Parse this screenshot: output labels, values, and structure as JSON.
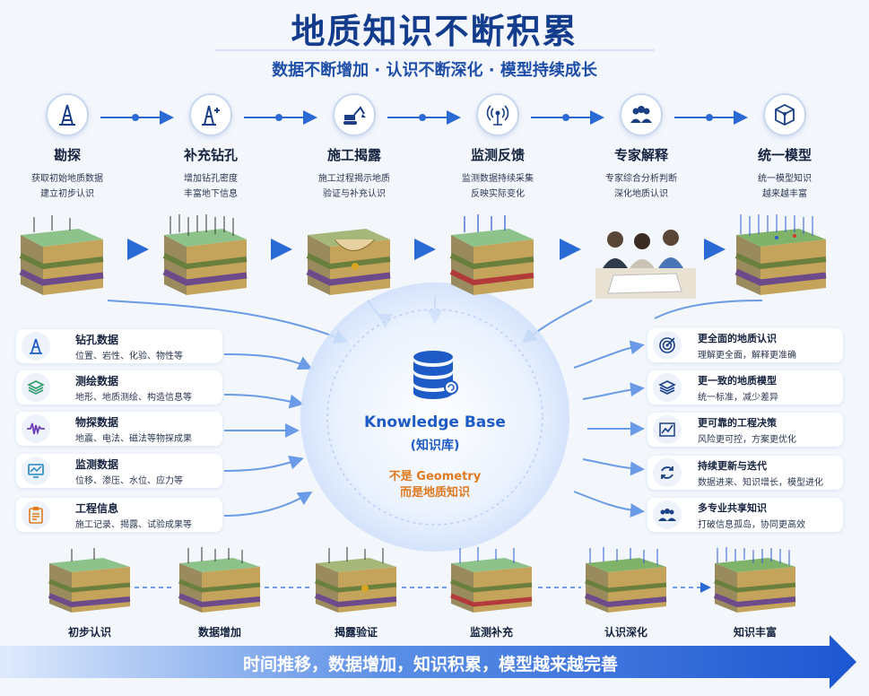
{
  "title": "地质知识不断积累",
  "subtitle": "数据不断增加 · 认识不断深化 · 模型持续成长",
  "steps": [
    {
      "name": "勘探",
      "desc1": "获取初始地质数据",
      "desc2": "建立初步认识",
      "icon": "drill-rig-icon"
    },
    {
      "name": "补充钻孔",
      "desc1": "增加钻孔密度",
      "desc2": "丰富地下信息",
      "icon": "drill-plus-icon"
    },
    {
      "name": "施工揭露",
      "desc1": "施工过程揭示地质",
      "desc2": "验证与补充认识",
      "icon": "excavator-icon"
    },
    {
      "name": "监测反馈",
      "desc1": "监测数据持续采集",
      "desc2": "反映实际变化",
      "icon": "sensor-icon"
    },
    {
      "name": "专家解释",
      "desc1": "专家综合分析判断",
      "desc2": "深化地质认识",
      "icon": "experts-icon"
    },
    {
      "name": "统一模型",
      "desc1": "统一模型知识",
      "desc2": "越来越丰富",
      "icon": "cube-model-icon"
    }
  ],
  "inputs": [
    {
      "title": "钻孔数据",
      "desc": "位置、岩性、化验、物性等",
      "icon": "drill-rig-icon",
      "color": "#1e5bc6"
    },
    {
      "title": "测绘数据",
      "desc": "地形、地质测绘、构造信息等",
      "icon": "layers-icon",
      "color": "#2f9a6a"
    },
    {
      "title": "物探数据",
      "desc": "地震、电法、磁法等物探成果",
      "icon": "waveform-icon",
      "color": "#6a3fb8"
    },
    {
      "title": "监测数据",
      "desc": "位移、渗压、水位、应力等",
      "icon": "monitor-icon",
      "color": "#1e86c6"
    },
    {
      "title": "工程信息",
      "desc": "施工记录、揭露、试验成果等",
      "icon": "clipboard-icon",
      "color": "#e07a1f"
    }
  ],
  "center": {
    "title": "Knowledge Base",
    "subtitle": "(知识库)",
    "note1": "不是 Geometry",
    "note2": "而是地质知识",
    "accent": "#1e5bc6",
    "note_color": "#e07a1f"
  },
  "outputs": [
    {
      "title": "更全面的地质认识",
      "desc": "理解更全面，解释更准确",
      "icon": "target-icon"
    },
    {
      "title": "更一致的地质模型",
      "desc": "统一标准，减少差异",
      "icon": "stack-icon"
    },
    {
      "title": "更可靠的工程决策",
      "desc": "风险更可控，方案更优化",
      "icon": "chart-check-icon"
    },
    {
      "title": "持续更新与迭代",
      "desc": "数据进来、知识增长，模型进化",
      "icon": "refresh-icon"
    },
    {
      "title": "多专业共享知识",
      "desc": "打破信息孤岛，协同更高效",
      "icon": "team-icon"
    }
  ],
  "timeline": [
    "初步认识",
    "数据增加",
    "揭露验证",
    "监测补充",
    "认识深化",
    "知识丰富"
  ],
  "bottom_banner": "时间推移，数据增加，知识积累，模型越来越完善"
}
